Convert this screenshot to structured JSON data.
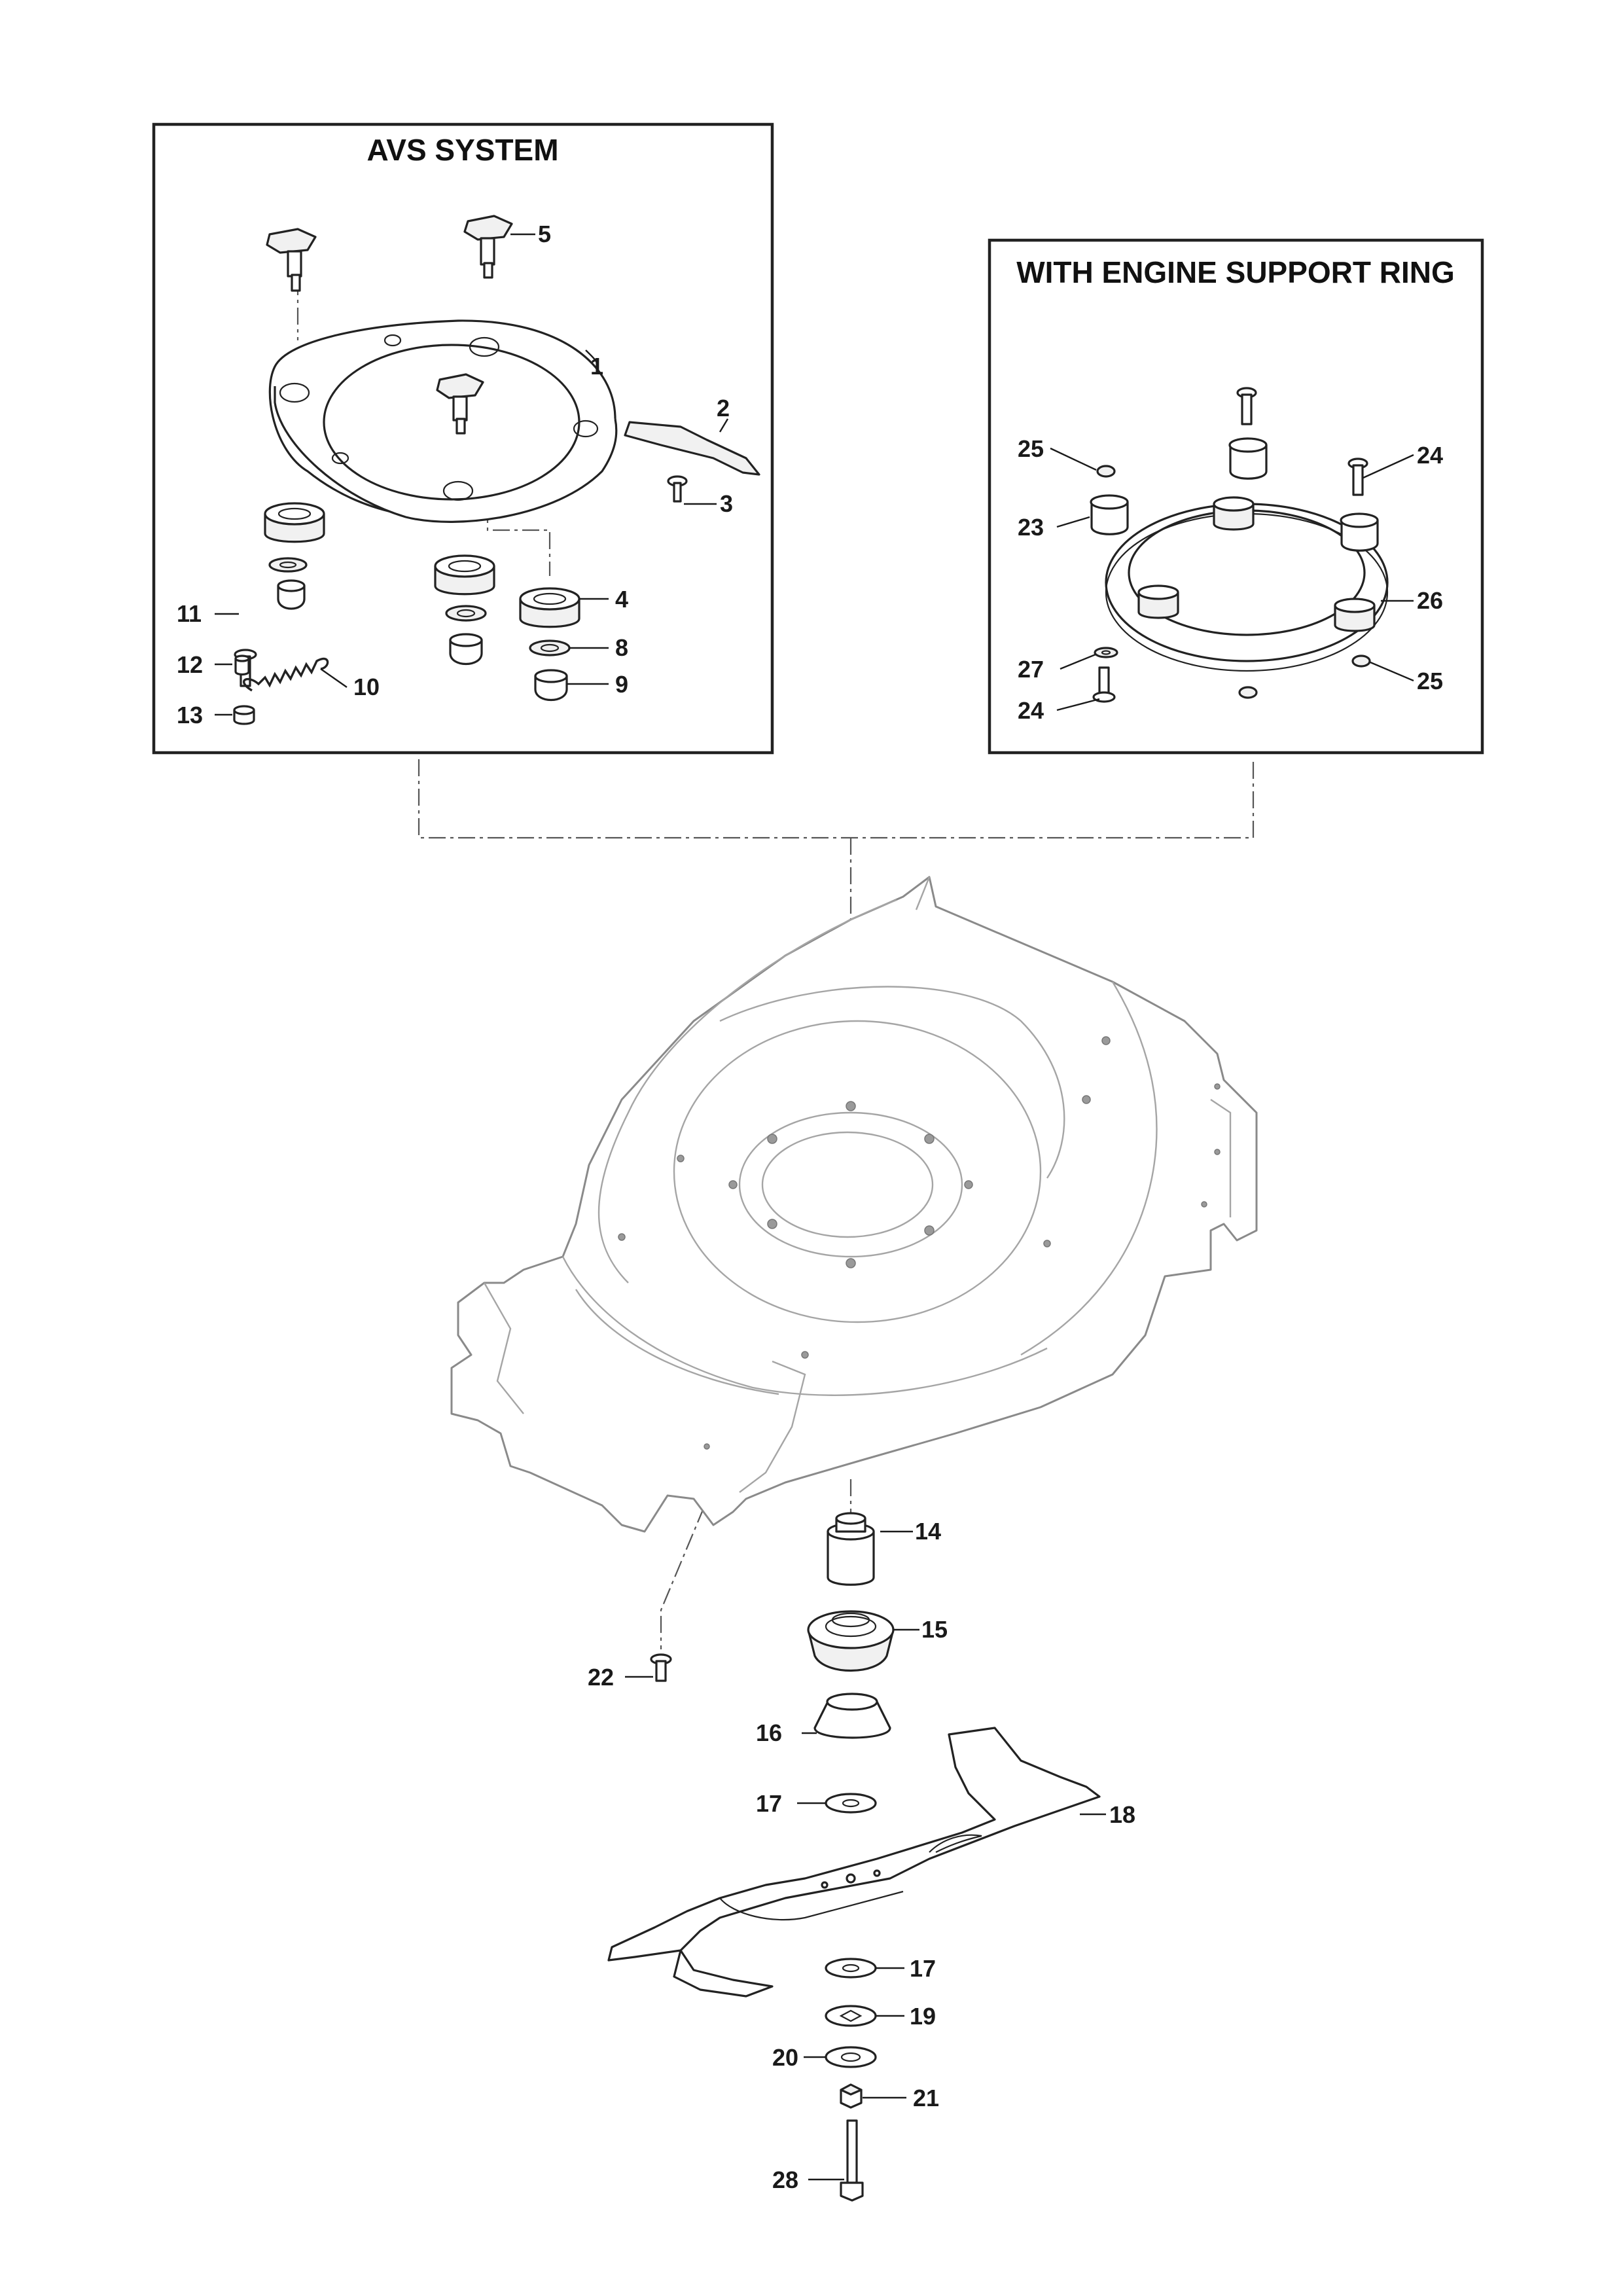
{
  "panels": {
    "avs_title": "AVS SYSTEM",
    "ring_title": "WITH ENGINE SUPPORT RING"
  },
  "callouts": [
    "1",
    "2",
    "3",
    "4",
    "5",
    "8",
    "9",
    "10",
    "11",
    "12",
    "13",
    "14",
    "15",
    "16",
    "17",
    "18",
    "17",
    "19",
    "20",
    "21",
    "22",
    "23",
    "24",
    "24",
    "25",
    "25",
    "26",
    "27",
    "28"
  ]
}
